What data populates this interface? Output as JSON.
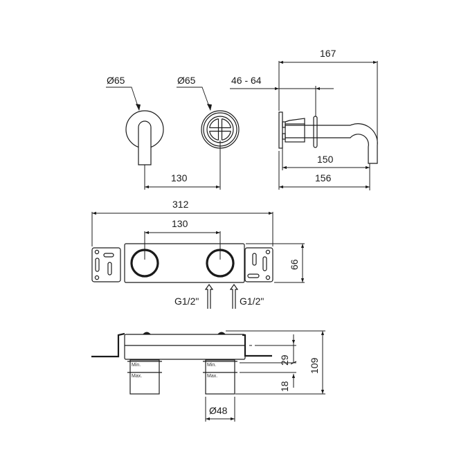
{
  "drawing": {
    "title": "Wall-mounted basin mixer technical drawing",
    "background": "#ffffff",
    "line_color": "#1a1a1a"
  },
  "top_view": {
    "lever_diameter_label": "Ø65",
    "cross_handle_diameter_label": "Ø65",
    "center_distance_label": "130"
  },
  "side_view": {
    "overall_projection_label": "167",
    "wall_thickness_range_label": "46 - 64",
    "spout_reach_label": "150",
    "total_reach_label": "156"
  },
  "front_body_view": {
    "overall_width_label": "312",
    "center_distance_label": "130",
    "height_label": "66",
    "inlet_left_label": "G1/2\"",
    "inlet_right_label": "G1/2\""
  },
  "section_view": {
    "min_label": "Min.",
    "max_label": "Max.",
    "body_depth_label": "29",
    "adjust_range_label": "18",
    "total_depth_label": "109",
    "sleeve_diameter_label": "Ø48"
  }
}
